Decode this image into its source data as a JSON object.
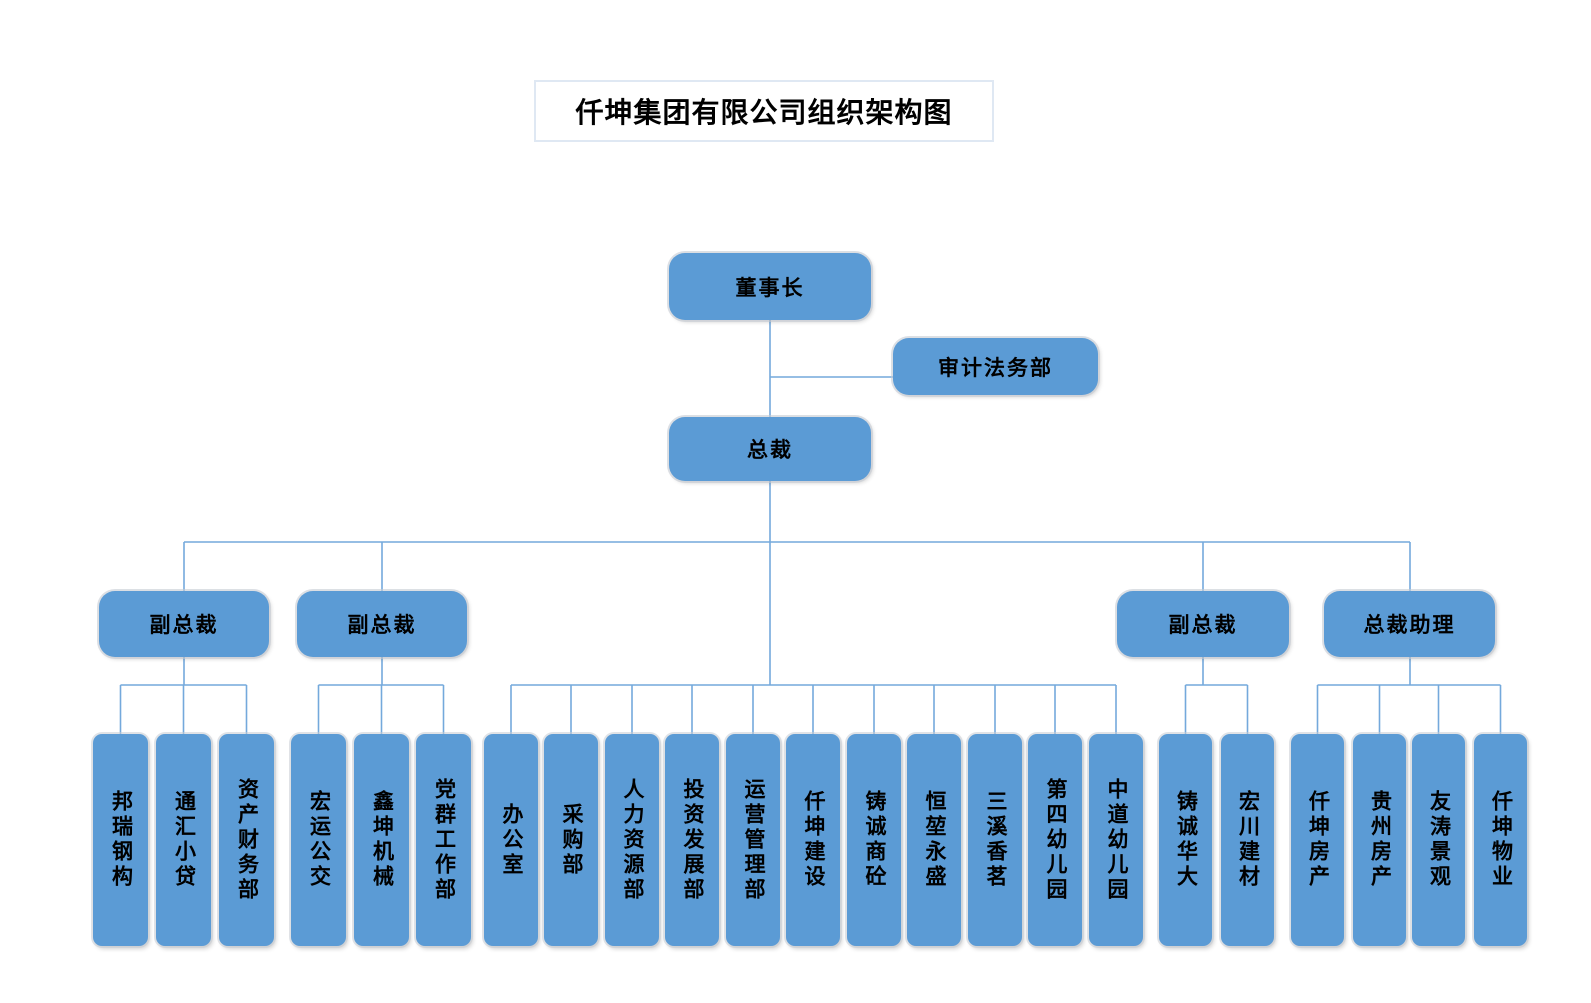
{
  "title": "仟坤集团有限公司组织架构图",
  "colors": {
    "node_fill": "#5b9bd5",
    "connector": "#74a9dc",
    "text": "#000000",
    "title_border": "#dfe8f3"
  },
  "chart": {
    "chairman": "董事长",
    "audit_dept": "审计法务部",
    "president": "总裁",
    "vp_left1": "副总裁",
    "vp_left2": "副总裁",
    "vp_right": "副总裁",
    "assistant": "总裁助理",
    "vp_left1_children": [
      "邦瑞钢构",
      "通汇小贷",
      "资产财务部"
    ],
    "vp_left2_children": [
      "宏运公交",
      "鑫坤机械",
      "党群工作部"
    ],
    "president_children": [
      "办公室",
      "采购部",
      "人力资源部",
      "投资发展部",
      "运营管理部",
      "仟坤建设",
      "铸诚商砼",
      "恒堃永盛",
      "三溪香茗",
      "第四幼儿园",
      "中道幼儿园"
    ],
    "vp_right_children": [
      "铸诚华大",
      "宏川建材"
    ],
    "assistant_children": [
      "仟坤房产",
      "贵州房产",
      "友涛景观",
      "仟坤物业"
    ]
  }
}
